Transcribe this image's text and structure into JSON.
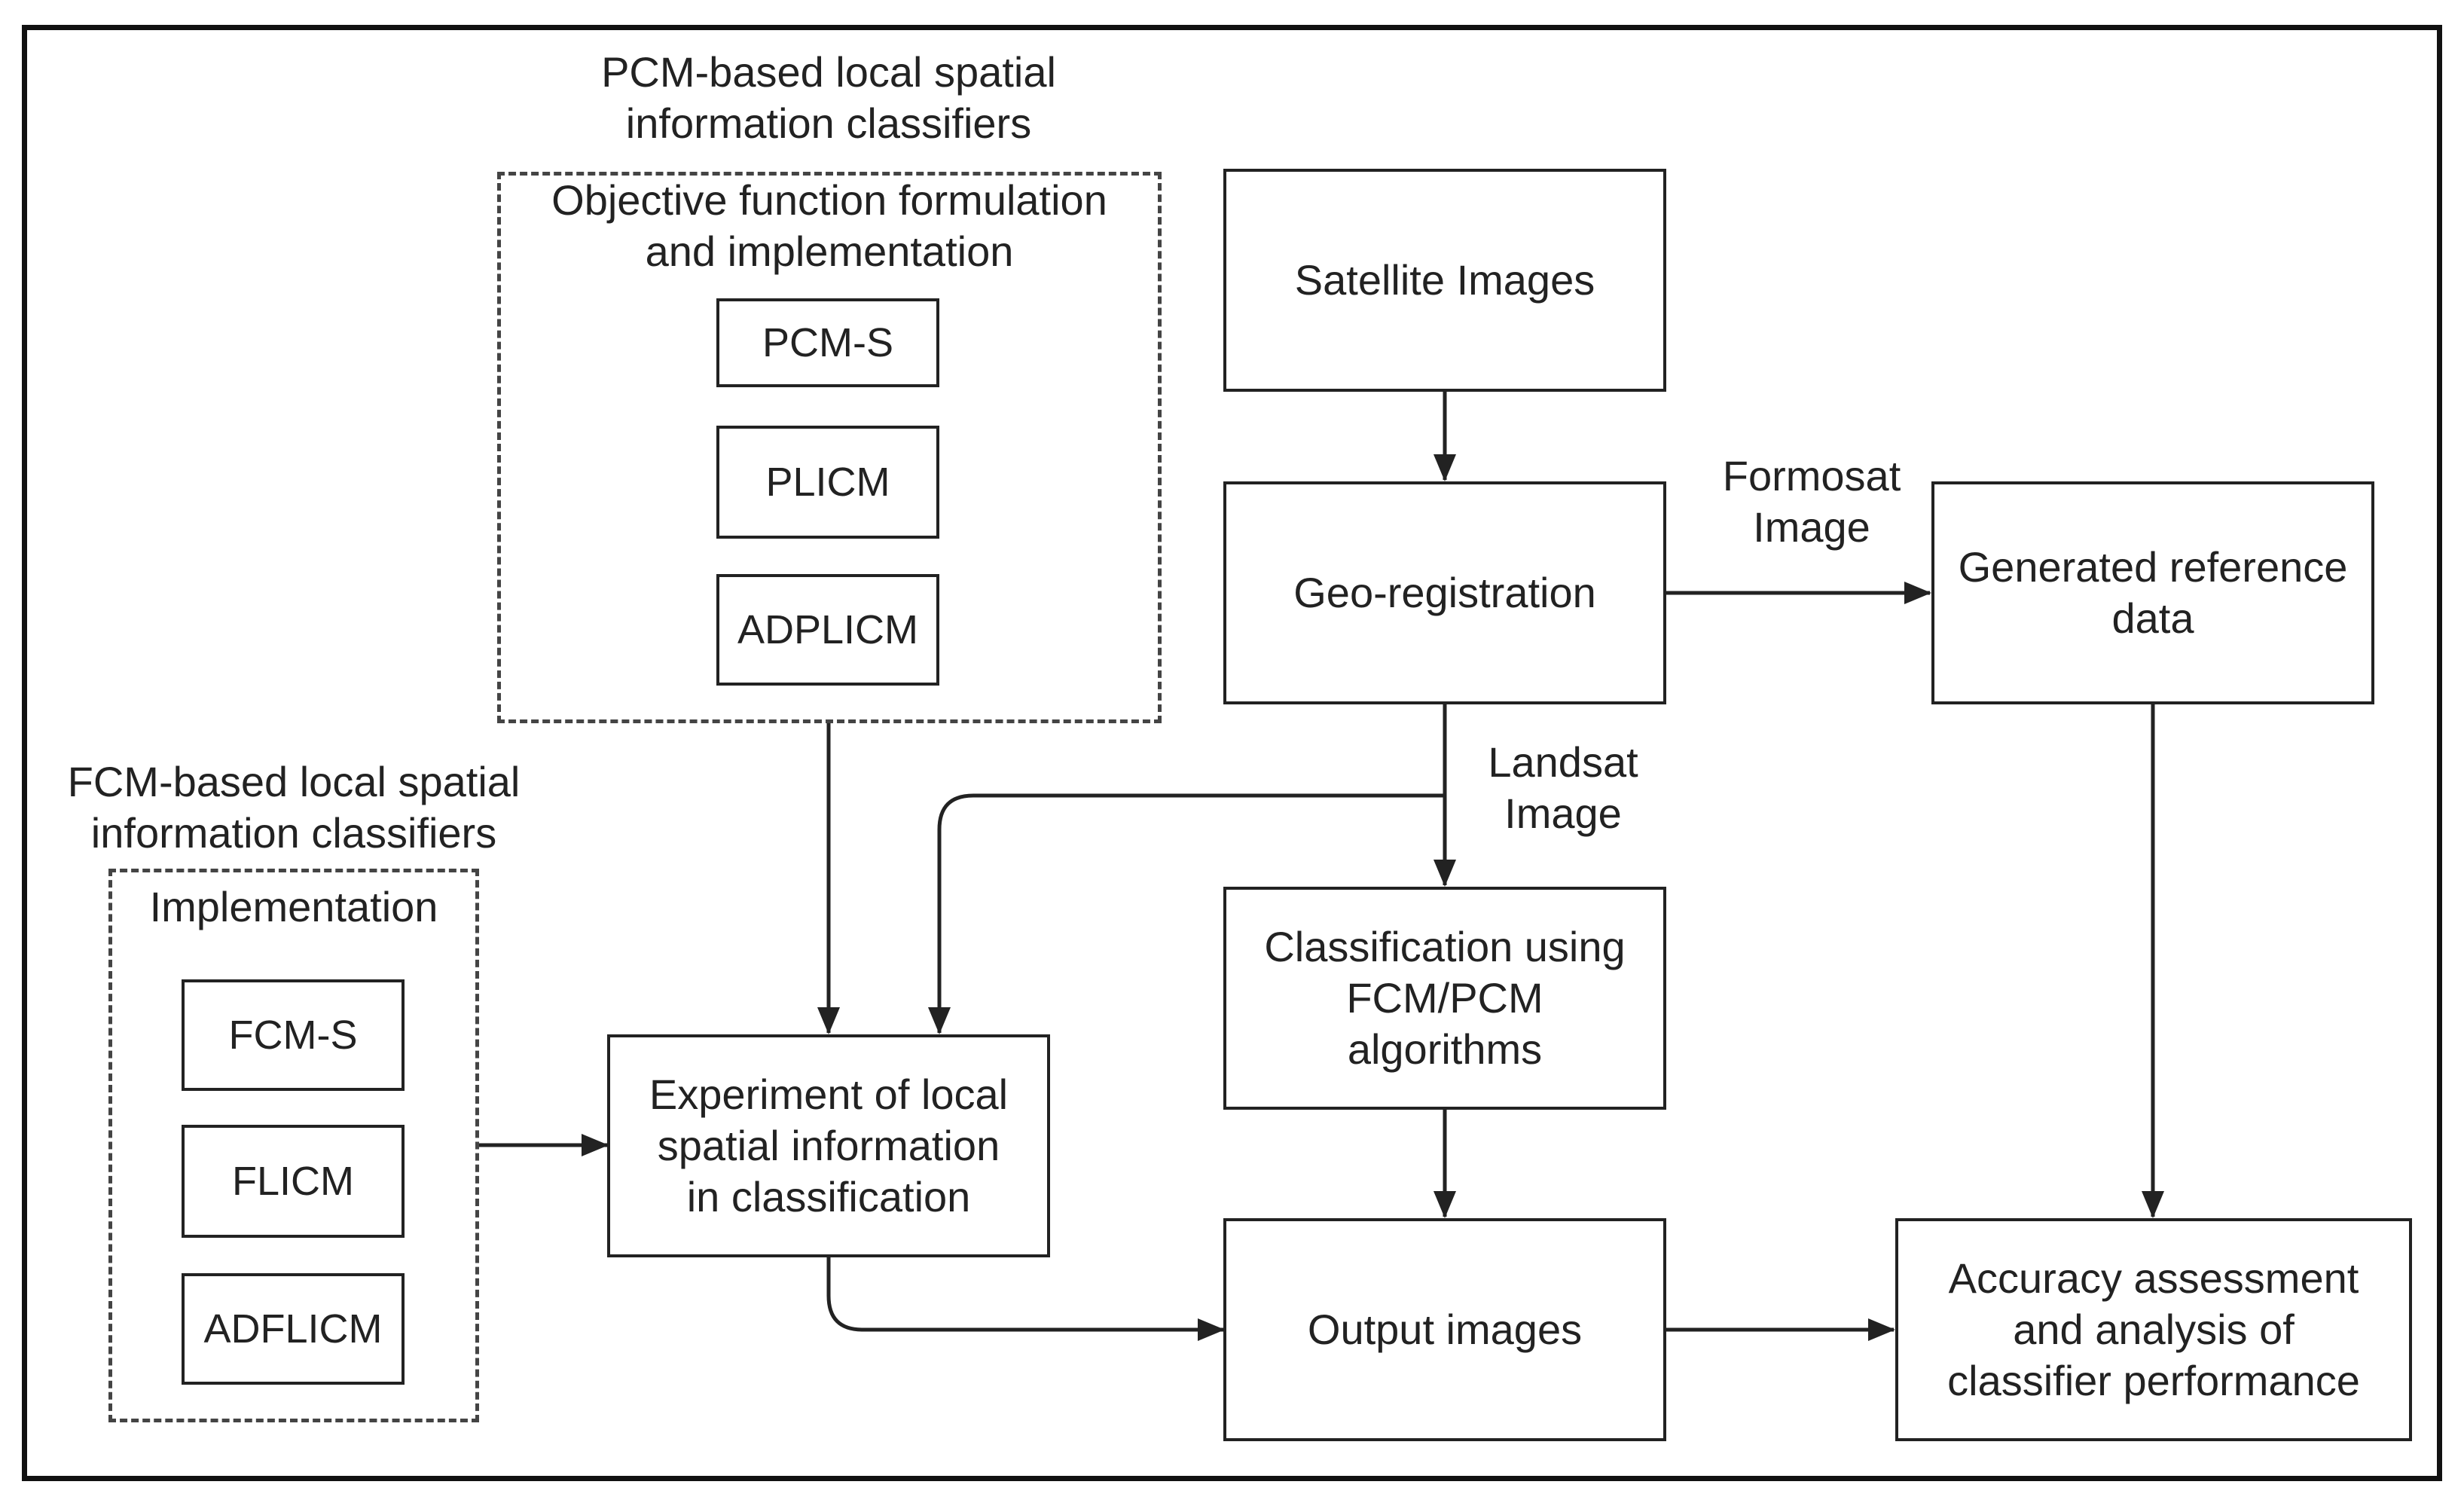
{
  "pcm_group": {
    "heading_line1": "PCM-based local spatial",
    "heading_line2": "information classifiers",
    "inner_line1": "Objective function formulation",
    "inner_line2": "and implementation",
    "items": [
      "PCM-S",
      "PLICM",
      "ADPLICM"
    ]
  },
  "fcm_group": {
    "heading_line1": "FCM-based local spatial",
    "heading_line2": "information classifiers",
    "inner_title": "Implementation",
    "items": [
      "FCM-S",
      "FLICM",
      "ADFLICM"
    ]
  },
  "nodes": {
    "satellite": "Satellite Images",
    "georeg": "Geo-registration",
    "reference_line1": "Generated reference",
    "reference_line2": "data",
    "classification_line1": "Classification using",
    "classification_line2": "FCM/PCM",
    "classification_line3": "algorithms",
    "experiment_line1": "Experiment of local",
    "experiment_line2": "spatial information",
    "experiment_line3": "in classification",
    "output": "Output images",
    "accuracy_line1": "Accuracy assessment",
    "accuracy_line2": "and analysis of",
    "accuracy_line3": "classifier performance"
  },
  "edge_labels": {
    "formosat_line1": "Formosat",
    "formosat_line2": "Image",
    "landsat_line1": "Landsat",
    "landsat_line2": "Image"
  }
}
